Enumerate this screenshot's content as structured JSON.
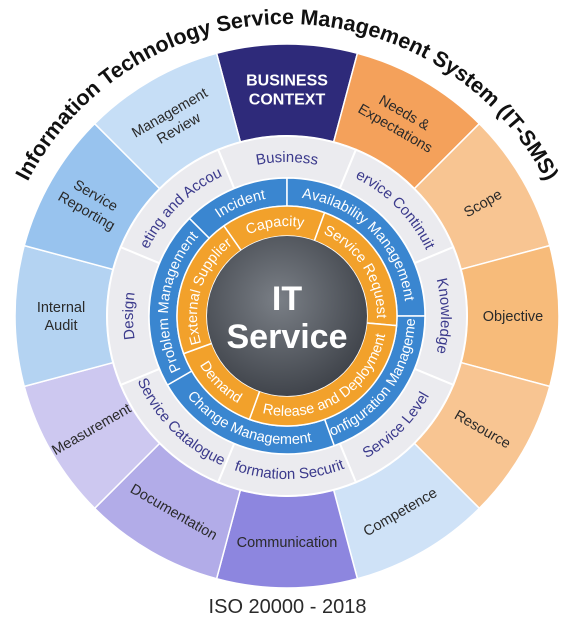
{
  "title": "Information Technology Service Management System (IT-SMS)",
  "footer": "ISO 20000 - 2018",
  "center": {
    "line1": "IT",
    "line2": "Service"
  },
  "outer_ring": [
    {
      "lines": [
        "BUSINESS",
        "CONTEXT"
      ],
      "fill": "#2e2a7a",
      "text": "#ffffff"
    },
    {
      "lines": [
        "Needs &",
        "Expectations"
      ],
      "fill": "#f4a15b",
      "text": "#2a2a2a"
    },
    {
      "lines": [
        "Scope"
      ],
      "fill": "#f8c592",
      "text": "#2a2a2a"
    },
    {
      "lines": [
        "Objective"
      ],
      "fill": "#f7bb7a",
      "text": "#2a2a2a"
    },
    {
      "lines": [
        "Resource"
      ],
      "fill": "#f8c592",
      "text": "#2a2a2a"
    },
    {
      "lines": [
        "Competence"
      ],
      "fill": "#cfe2f7",
      "text": "#2a2a2a"
    },
    {
      "lines": [
        "Communication"
      ],
      "fill": "#8d86df",
      "text": "#2a2a2a"
    },
    {
      "lines": [
        "Documentation"
      ],
      "fill": "#b2ace8",
      "text": "#2a2a2a"
    },
    {
      "lines": [
        "Measurement"
      ],
      "fill": "#cdc8f0",
      "text": "#2a2a2a"
    },
    {
      "lines": [
        "Internal",
        "Audit"
      ],
      "fill": "#b4d3f2",
      "text": "#2a2a2a"
    },
    {
      "lines": [
        "Service",
        "Reporting"
      ],
      "fill": "#98c3ee",
      "text": "#2a2a2a"
    },
    {
      "lines": [
        "Management",
        "Review"
      ],
      "fill": "#c6def6",
      "text": "#2a2a2a"
    }
  ],
  "gray_ring": [
    "Business",
    "Service Continuity",
    "Knowledge",
    "Service Level",
    "Information Security",
    "Service Catalogue",
    "Design",
    "Budgeting and Accounting"
  ],
  "blue_ring": [
    "Incident",
    "Availability Management",
    "Configuration Management",
    "Change Management",
    "Problem Management"
  ],
  "orange_ring": [
    "Capacity",
    "Service Request",
    "Release and Deployment",
    "Demand",
    "External Supplier"
  ],
  "colors": {
    "gray_ring": "#ebebef",
    "gray_text": "#3b3a8c",
    "blue_ring": "#3a86d0",
    "orange_ring": "#f2a12b",
    "center": "#4a4f57",
    "divider": "#ffffff"
  }
}
